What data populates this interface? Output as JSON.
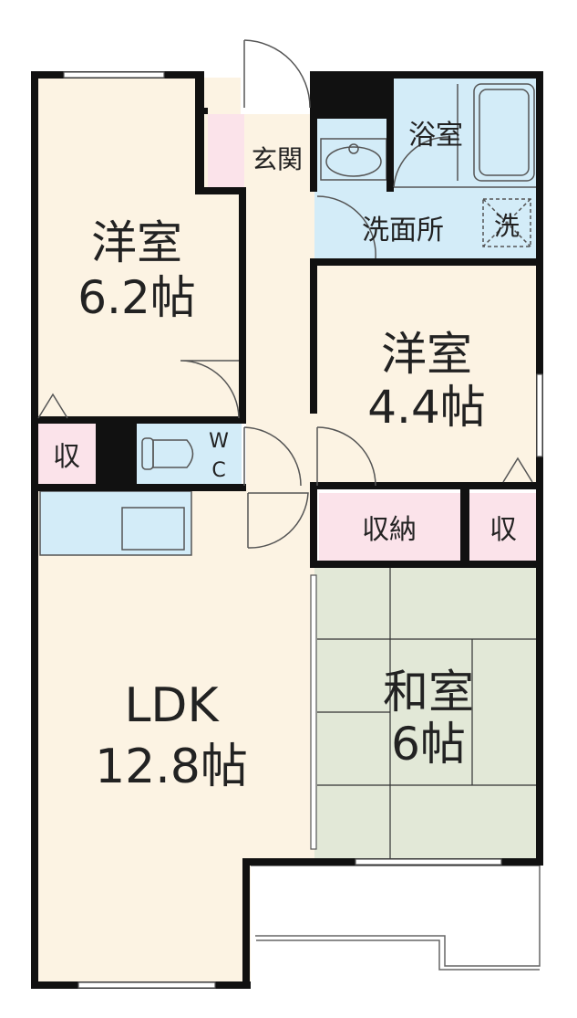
{
  "rooms": {
    "western_large": {
      "name": "洋室",
      "size": "6.2帖"
    },
    "western_small": {
      "name": "洋室",
      "size": "4.4帖"
    },
    "ldk": {
      "name": "LDK",
      "size": "12.8帖"
    },
    "japanese": {
      "name": "和室",
      "size": "6帖"
    },
    "bathroom": {
      "name": "浴室"
    },
    "washroom": {
      "name": "洗面所"
    },
    "entrance": {
      "name": "玄関"
    },
    "washer": {
      "name": "洗"
    },
    "wc": {
      "line1": "W",
      "line2": "C"
    },
    "storage_left": {
      "name": "収"
    },
    "storage_main": {
      "name": "収納"
    },
    "storage_right": {
      "name": "収"
    }
  },
  "colors": {
    "wall": "#111111",
    "floor_wood": "#fcf3e3",
    "floor_tatami": "#e2e8d7",
    "wet_area": "#d3ecf8",
    "storage": "#fbe3ea",
    "outline": "#666666"
  }
}
